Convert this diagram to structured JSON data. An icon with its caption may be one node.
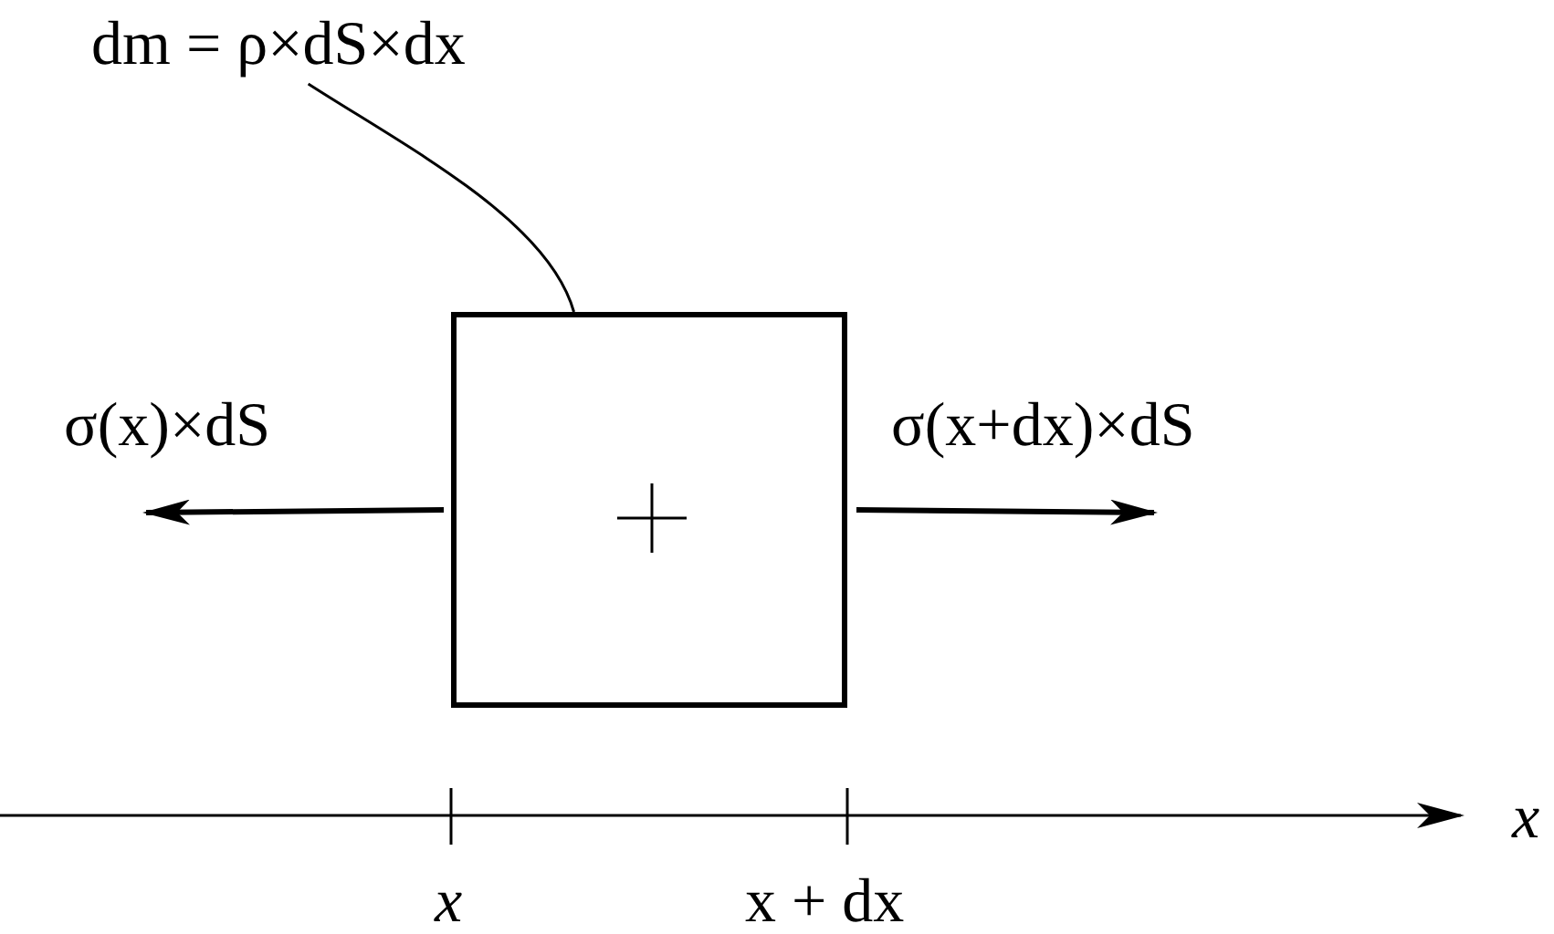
{
  "diagram": {
    "nodes": [
      {
        "text": [
          "dm = ρ×dS×dx"
        ]
      },
      {
        "text": [],
        "shape": "box"
      }
    ],
    "edges": [
      {
        "from": 0,
        "to": 1,
        "arrow": "none"
      },
      {
        "from": 1,
        "to": null,
        "arrow": "to",
        "label": "σ(x)×dS"
      },
      {
        "from": 1,
        "to": null,
        "arrow": "to",
        "label": "σ(x+dx)×dS"
      }
    ],
    "labels": [
      "x",
      "x",
      "x + dx"
    ]
  }
}
